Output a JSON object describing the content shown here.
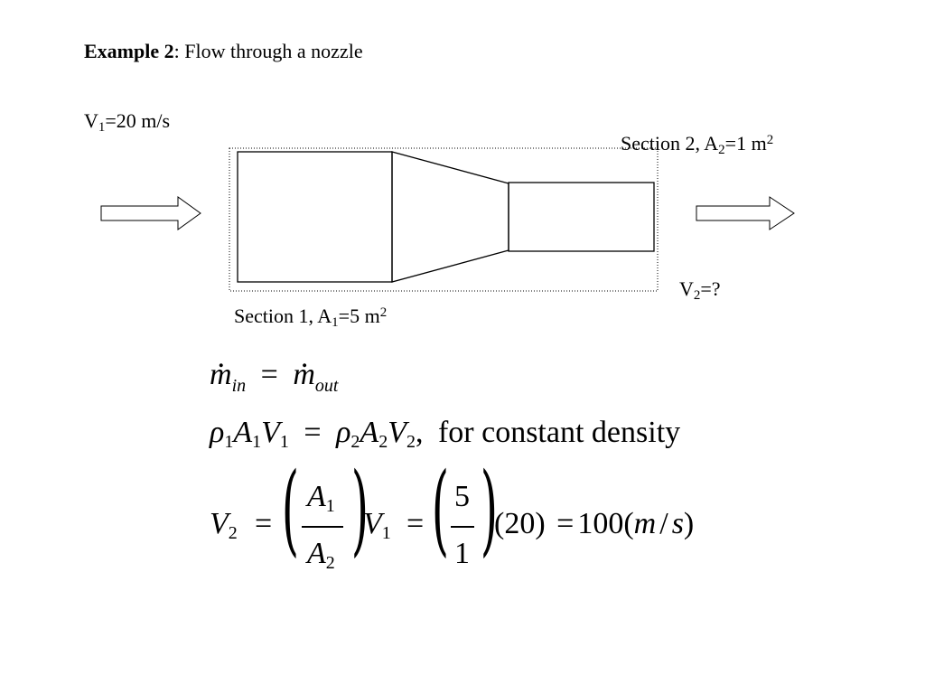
{
  "title": {
    "bold": "Example 2",
    "rest": ": Flow through a nozzle"
  },
  "inlet": {
    "v_label": "V",
    "v_sub": "1",
    "v_rest": "=20 m/s"
  },
  "section1": {
    "label": "Section 1, A",
    "sub": "1",
    "eq": "=5 m",
    "sup": "2"
  },
  "section2": {
    "label": "Section 2, A",
    "sub": "2",
    "eq": "=1 m",
    "sup": "2"
  },
  "outlet": {
    "v_label": "V",
    "v_sub": "2",
    "v_rest": "=?"
  },
  "equations": {
    "eq1": {
      "lhs_m": "m",
      "lhs_sub": "in",
      "equals": "=",
      "rhs_m": "m",
      "rhs_sub": "out"
    },
    "eq2": {
      "rho": "ρ",
      "A": "A",
      "V": "V",
      "one": "1",
      "two": "2",
      "equals": "=",
      "comma": ",",
      "note": "for constant density"
    },
    "eq3": {
      "V": "V",
      "two": "2",
      "one": "1",
      "equals": "=",
      "A": "A",
      "num5": "5",
      "den1": "1",
      "factor": "(20)",
      "result": "100",
      "units_open": "(",
      "m": "m",
      "slash": "/",
      "s": "s",
      "units_close": ")"
    }
  }
}
